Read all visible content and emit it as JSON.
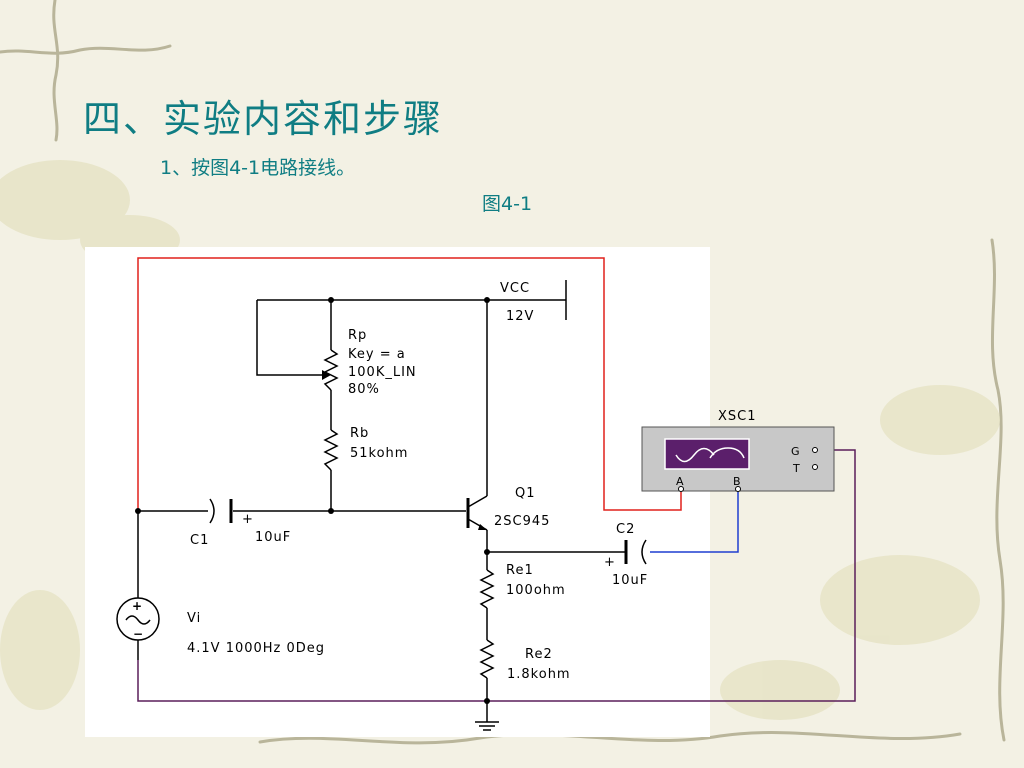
{
  "slide": {
    "title": "四、实验内容和步骤",
    "step": "1、按图4-1电路接线。",
    "figure_label": "图4-1"
  },
  "schematic": {
    "vcc_label": "VCC",
    "vcc_value": "12V",
    "rp_name": "Rp",
    "rp_key": "Key = a",
    "rp_value": "100K_LIN",
    "rp_percent": "80%",
    "rb_name": "Rb",
    "rb_value": "51kohm",
    "q1_name": "Q1",
    "q1_model": "2SC945",
    "c1_name": "C1",
    "c1_value": "10uF",
    "c2_name": "C2",
    "c2_value": "10uF",
    "re1_name": "Re1",
    "re1_value": "100ohm",
    "re2_name": "Re2",
    "re2_value": "1.8kohm",
    "vi_name": "Vi",
    "vi_value": "4.1V 1000Hz 0Deg",
    "scope_name": "XSC1",
    "scope_a": "A",
    "scope_b": "B",
    "scope_g": "G",
    "scope_t": "T"
  },
  "colors": {
    "title": "#0f7d83",
    "wire": "#000000",
    "wire_red": "#e0201b",
    "wire_blue": "#1f3fd0",
    "wire_purple": "#5a1e5a",
    "scope_body": "#c8c8c8",
    "scope_screen": "#5b1f6b"
  }
}
